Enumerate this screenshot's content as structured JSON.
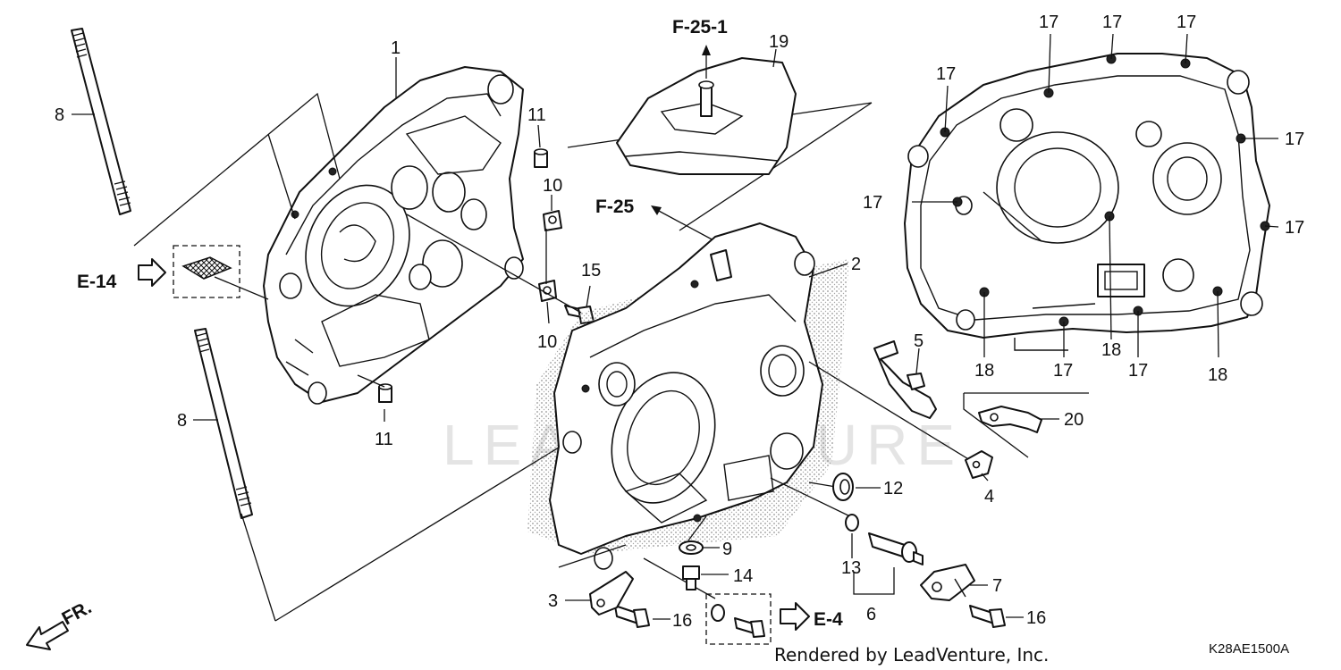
{
  "references": {
    "f25_1": "F-25-1",
    "f25": "F-25",
    "e14": "E-14",
    "e4": "E-4"
  },
  "part_numbers": {
    "p1": "1",
    "p2": "2",
    "p3": "3",
    "p4": "4",
    "p5": "5",
    "p6": "6",
    "p7": "7",
    "p8": "8",
    "p9": "9",
    "p10": "10",
    "p11": "11",
    "p12": "12",
    "p13": "13",
    "p14": "14",
    "p15": "15",
    "p16": "16",
    "p17": "17",
    "p18": "18",
    "p19": "19",
    "p20": "20"
  },
  "direction_label": "FR.",
  "watermark": "LEADVENTURE",
  "footer": {
    "credit": "Rendered by LeadVenture, Inc.",
    "code": "K28AE1500A"
  }
}
